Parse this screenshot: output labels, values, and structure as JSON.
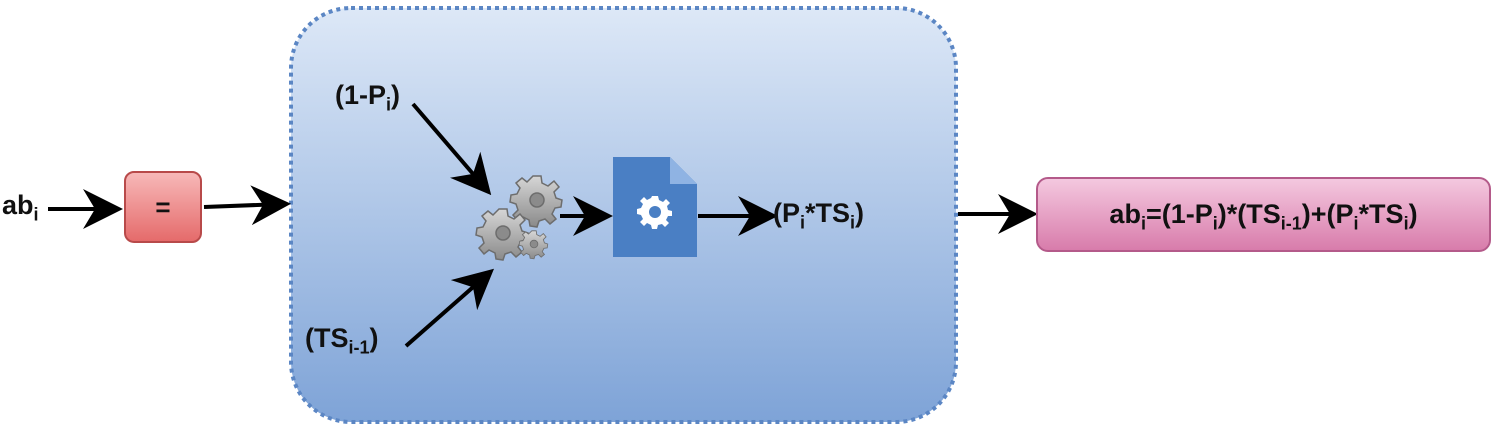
{
  "input": {
    "base": "ab",
    "sub": "i"
  },
  "equals_block": {
    "label": "="
  },
  "inputs": [
    {
      "pre": "(1-P",
      "sub": "i",
      "post": ")"
    },
    {
      "pre": "(TS",
      "sub": "i-1",
      "post": ")"
    }
  ],
  "output": {
    "pre": "(P",
    "sub1": "i",
    "mid": "*TS",
    "sub2": "i",
    "post": ")"
  },
  "result": {
    "t1": "ab",
    "s1": "i",
    "t2": "=(1-P",
    "s2": "i",
    "t3": ")*(TS",
    "s3": "i-1",
    "t4": ")+(P",
    "s4": "i",
    "t5": "*TS",
    "s5": "i",
    "t6": ")"
  },
  "icons": [
    "gears-icon",
    "settings-document-icon"
  ],
  "colors": {
    "process_fill_top": "#d9e6f6",
    "process_fill_bottom": "#7da2d6",
    "process_border": "#5b86c4",
    "equals_fill": "#f08a8a",
    "result_fill": "#e9a6c8",
    "doc_icon": "#4a7fc4"
  }
}
